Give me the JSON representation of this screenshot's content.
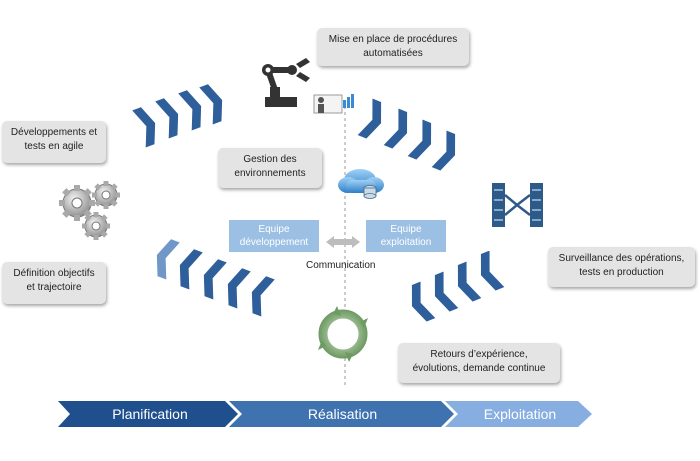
{
  "colors": {
    "chevron": "#2e5f9b",
    "chevron_light": "#6f97c8",
    "phase_1": "#1f4f8d",
    "phase_2": "#3f73b0",
    "phase_3": "#86aee0",
    "box_fill": "#9cc0e4",
    "callout_fill": "#e4e4e4"
  },
  "callouts": {
    "automation": {
      "line1": "Mise en place de procédures",
      "line2": "automatisées"
    },
    "dev": {
      "line1": "Développements et",
      "line2": "tests en agile"
    },
    "env": {
      "line1": "Gestion des",
      "line2": "environnements"
    },
    "objectives": {
      "line1": "Définition objectifs",
      "line2": "et trajectoire"
    },
    "monitoring": {
      "line1": "Surveillance des opérations,",
      "line2": "tests en production"
    },
    "feedback": {
      "line1": "Retours d’expérience,",
      "line2": "évolutions, demande continue"
    }
  },
  "teams": {
    "dev": {
      "line1": "Equipe",
      "line2": "développement"
    },
    "ops": {
      "line1": "Equipe",
      "line2": "exploitation"
    },
    "communication": "Communication"
  },
  "phases": [
    "Planification",
    "Réalisation",
    "Exploitation"
  ],
  "icons": [
    "robot-arm-icon",
    "presentation-icon",
    "cloud-database-icon",
    "servers-network-icon",
    "gears-icon",
    "cycle-arrows-icon"
  ]
}
